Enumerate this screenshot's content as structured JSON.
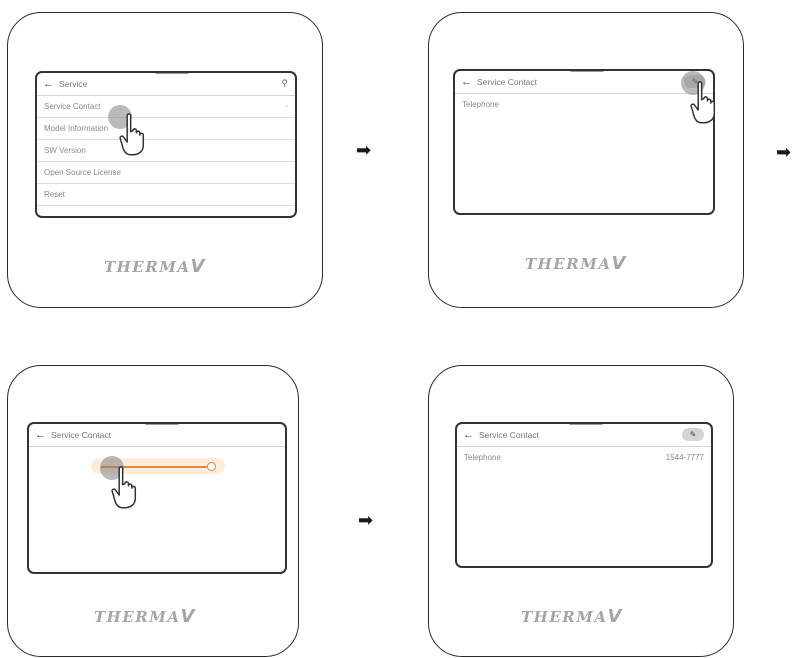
{
  "logo_text": "THERMA",
  "logo_v": "V",
  "arrow_glyph": "➡",
  "panels": [
    {
      "header": "Service",
      "rows": [
        {
          "label": "Service Contact"
        },
        {
          "label": "Model Information"
        },
        {
          "label": "SW Version"
        },
        {
          "label": "Open Source License"
        },
        {
          "label": "Reset"
        }
      ]
    },
    {
      "header": "Service Contact",
      "rows": [
        {
          "label": "Telephone"
        }
      ]
    },
    {
      "header": "Service Contact"
    },
    {
      "header": "Service Contact",
      "rows": [
        {
          "label": "Telephone",
          "value": "1544-7777"
        }
      ]
    }
  ],
  "icons": {
    "back": "←",
    "search": "⚲",
    "edit": "✎",
    "chevron": "›"
  }
}
